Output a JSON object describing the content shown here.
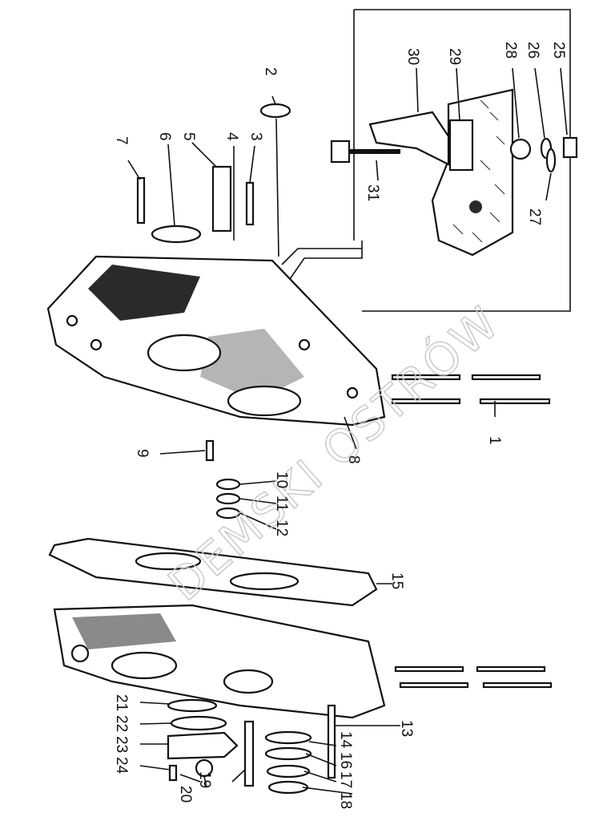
{
  "diagram": {
    "watermark": "DEMSKI OSTRÓW",
    "callouts": [
      "1",
      "2",
      "3",
      "4",
      "5",
      "6",
      "7",
      "8",
      "9",
      "10",
      "11",
      "12",
      "13",
      "14",
      "15",
      "16",
      "17",
      "18",
      "19",
      "20",
      "21",
      "22",
      "23",
      "24",
      "25",
      "26",
      "27",
      "28",
      "29",
      "30",
      "31"
    ]
  }
}
